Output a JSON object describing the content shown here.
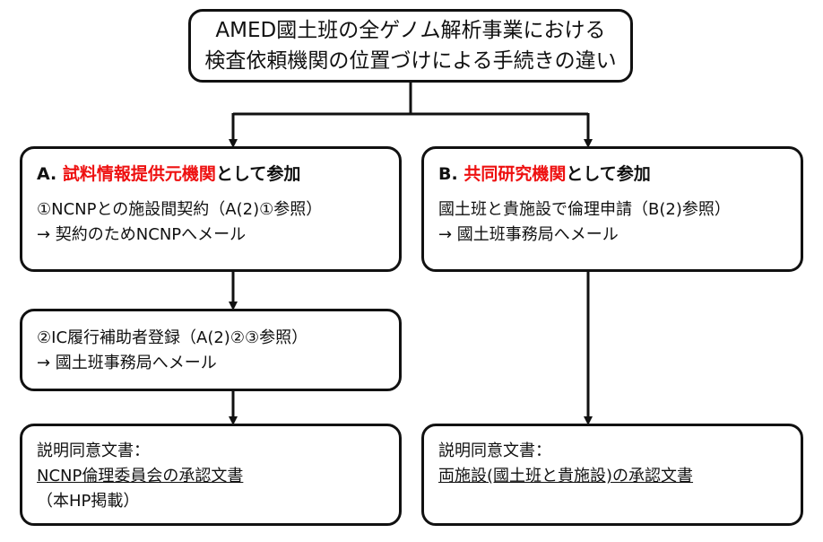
{
  "title": {
    "line1": "AMED國土班の全ゲノム解析事業における",
    "line2": "検査依頼機関の位置づけによる手続きの違い"
  },
  "branch_a": {
    "prefix": "A. ",
    "highlight": "試料情報提供元機関",
    "suffix": "として参加",
    "step1": {
      "line1": "①NCNPとの施設間契約（A(2)①参照）",
      "line2": "→ 契約のためNCNPへメール"
    },
    "step2": {
      "line1": "②IC履行補助者登録（A(2)②③参照）",
      "line2": "→ 國土班事務局へメール"
    },
    "consent": {
      "label": "説明同意文書：",
      "doc": "NCNP倫理委員会の承認文書",
      "note": "（本HP掲載）"
    }
  },
  "branch_b": {
    "prefix": "B. ",
    "highlight": "共同研究機関",
    "suffix": "として参加",
    "step1": {
      "line1": "國土班と貴施設で倫理申請（B(2)参照）",
      "line2": "→ 國土班事務局へメール"
    },
    "consent": {
      "label": "説明同意文書：",
      "doc": "両施設(國土班と貴施設)の承認文書"
    }
  },
  "colors": {
    "highlight": "#ee1111",
    "border": "#111111"
  }
}
